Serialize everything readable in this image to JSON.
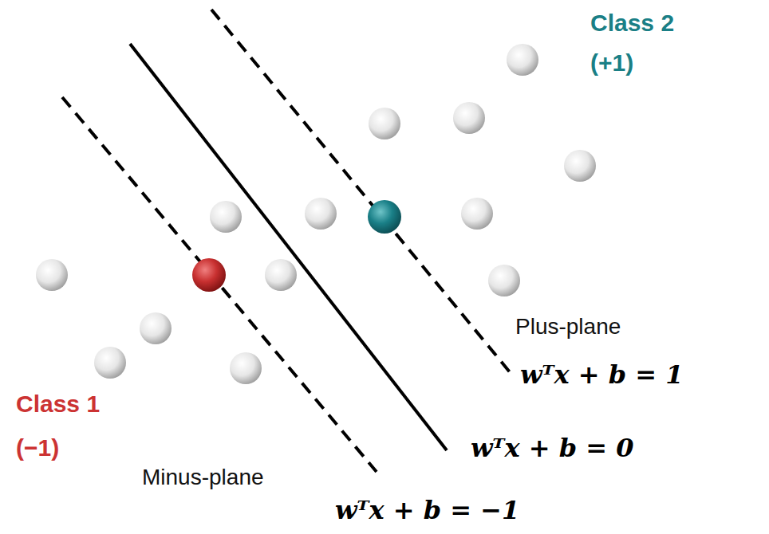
{
  "diagram": {
    "labels": [
      "Class 2",
      "(+1)",
      "Plus-plane",
      "wᵀx + b = 1",
      "wᵀx + b = 0",
      "Class 1",
      "(−1)",
      "Minus-plane",
      "wᵀx + b = −1"
    ]
  }
}
